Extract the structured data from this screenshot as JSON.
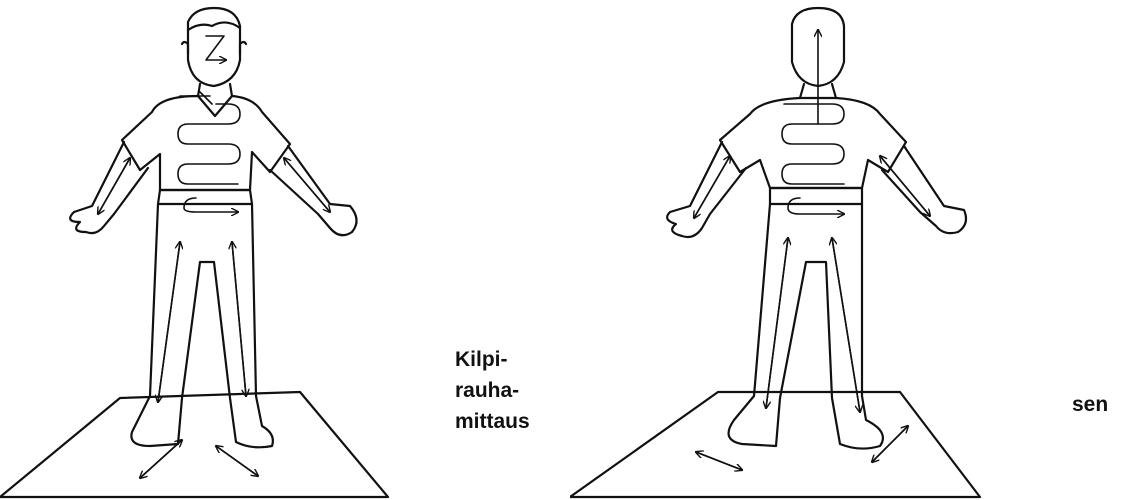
{
  "caption": {
    "line1": "Kilpi-",
    "line2": "rauha-",
    "line3": "mittaus",
    "suffix": "sen"
  },
  "figures": [
    {
      "view": "front"
    },
    {
      "view": "back"
    }
  ]
}
